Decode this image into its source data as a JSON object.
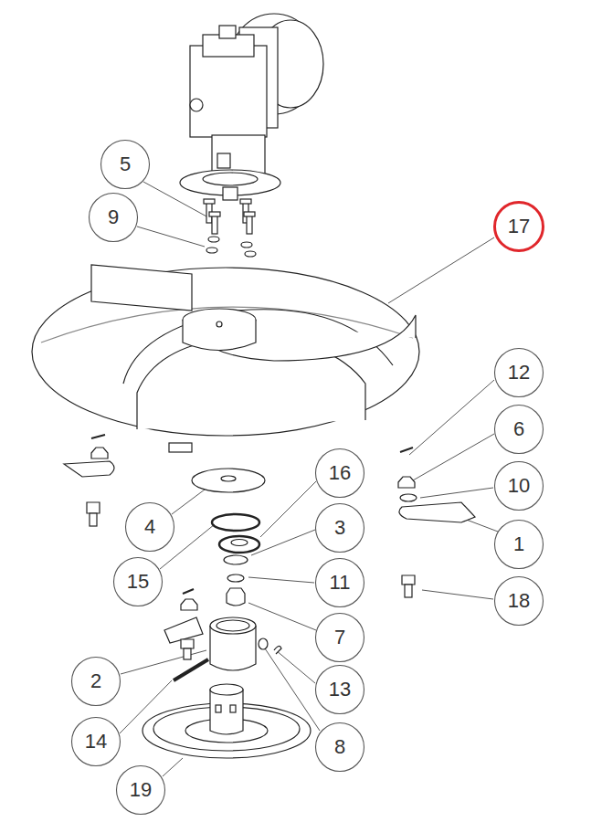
{
  "diagram": {
    "nodes": [
      {
        "text": [
          "5"
        ]
      },
      {
        "text": [
          "9"
        ]
      },
      {
        "text": [
          "17"
        ]
      },
      {
        "text": [
          "12"
        ]
      },
      {
        "text": [
          "6"
        ]
      },
      {
        "text": [
          "16"
        ]
      },
      {
        "text": [
          "10"
        ]
      },
      {
        "text": [
          "4"
        ]
      },
      {
        "text": [
          "3"
        ]
      },
      {
        "text": [
          "1"
        ]
      },
      {
        "text": [
          "15"
        ]
      },
      {
        "text": [
          "11"
        ]
      },
      {
        "text": [
          "18"
        ]
      },
      {
        "text": [
          "7"
        ]
      },
      {
        "text": [
          "2"
        ]
      },
      {
        "text": [
          "13"
        ]
      },
      {
        "text": [
          "14"
        ]
      },
      {
        "text": [
          "8"
        ]
      },
      {
        "text": [
          "19"
        ]
      }
    ]
  }
}
